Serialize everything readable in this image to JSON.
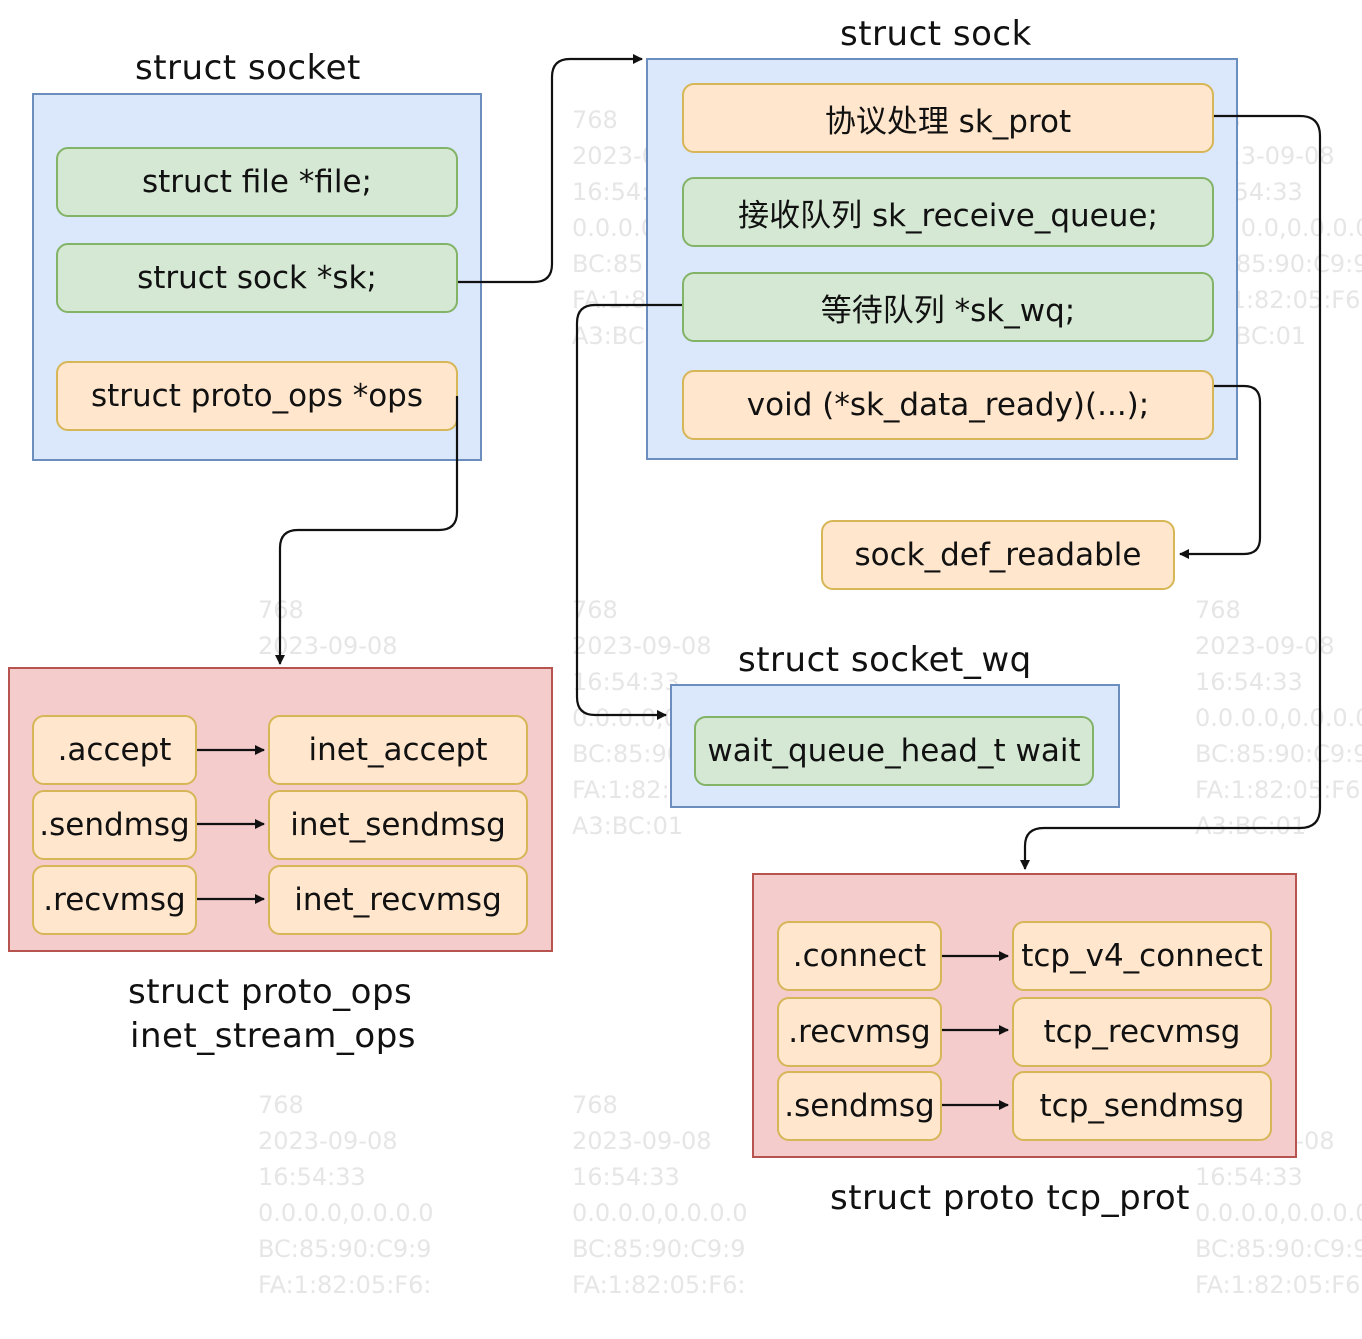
{
  "socket": {
    "title": "struct socket",
    "file": "struct file *file;",
    "sk": "struct sock *sk;",
    "ops": "struct proto_ops *ops"
  },
  "sock": {
    "title": "struct sock",
    "prot": "协议处理 sk_prot",
    "receive_queue": "接收队列 sk_receive_queue;",
    "wq": "等待队列 *sk_wq;",
    "data_ready": "void  (*sk_data_ready)(...);"
  },
  "readable": "sock_def_readable",
  "socket_wq": {
    "title": "struct socket_wq",
    "wait": "wait_queue_head_t wait"
  },
  "proto_ops": {
    "title_line1": "struct proto_ops",
    "title_line2": "inet_stream_ops",
    "rows": [
      {
        "field": ".accept",
        "impl": "inet_accept"
      },
      {
        "field": ".sendmsg",
        "impl": "inet_sendmsg"
      },
      {
        "field": ".recvmsg",
        "impl": "inet_recvmsg"
      }
    ]
  },
  "tcp_prot": {
    "title": "struct proto tcp_prot",
    "rows": [
      {
        "field": ".connect",
        "impl": "tcp_v4_connect"
      },
      {
        "field": ".recvmsg",
        "impl": "tcp_recvmsg"
      },
      {
        "field": ".sendmsg",
        "impl": "tcp_sendmsg"
      }
    ]
  },
  "watermark": [
    "768",
    "2023-09-08",
    "16:54:33",
    "0.0.0.0,0.0.0.0",
    "BC:85:90:C9:9",
    "FA:1:82:05:F6:",
    "A3:BC:01"
  ],
  "colors": {
    "blue_fill": "#dbe7fa",
    "blue_stroke": "#6c8ebf",
    "red_fill": "#f5cccc",
    "red_stroke": "#b85450",
    "green_fill": "#d5e8d4",
    "green_stroke": "#82b366",
    "orange_fill": "#ffe6cc",
    "orange_stroke": "#d6b656"
  }
}
